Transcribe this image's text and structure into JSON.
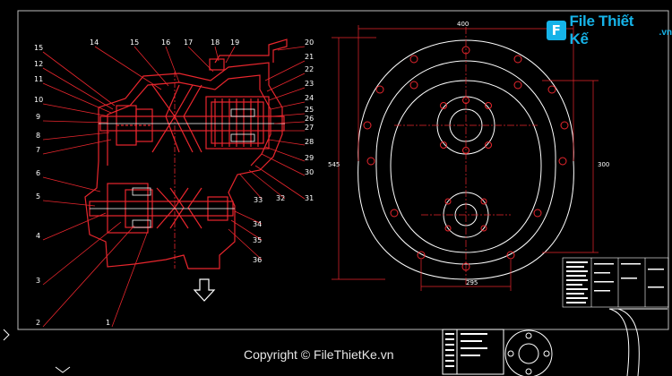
{
  "watermark": {
    "logo_letter": "F",
    "logo_text": "File Thiết Kế",
    "logo_suffix": ".vn",
    "copyright": "Copyright © FileThietKe.vn"
  },
  "part_numbers_left": [
    "15",
    "12",
    "11",
    "10",
    "9",
    "8",
    "7",
    "6",
    "5",
    "4",
    "3",
    "2",
    "1"
  ],
  "part_numbers_top": [
    "14",
    "15",
    "16",
    "17",
    "18",
    "19",
    "20"
  ],
  "part_numbers_right": [
    "21",
    "22",
    "23",
    "24",
    "25",
    "26",
    "27",
    "28",
    "29",
    "30",
    "31"
  ],
  "part_numbers_bottom": [
    "33",
    "32",
    "34",
    "35",
    "36"
  ],
  "dimensions": {
    "top_width": "400",
    "left_height": "545",
    "right_height": "300",
    "bottom_width": "295"
  },
  "colors": {
    "drawing": "#e8262d",
    "leader": "#e8262d",
    "outline": "#ffffff",
    "accent": "#16b3e8"
  }
}
